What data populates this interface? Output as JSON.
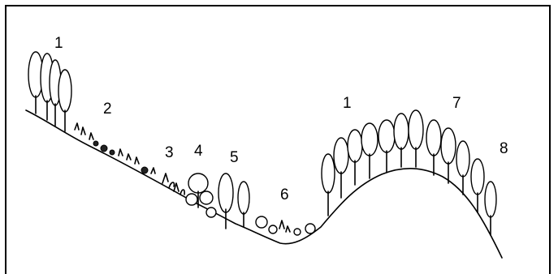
{
  "figure": {
    "labels": [
      {
        "id": "zone-1-left",
        "text": "1"
      },
      {
        "id": "zone-2",
        "text": "2"
      },
      {
        "id": "zone-3",
        "text": "3"
      },
      {
        "id": "zone-4",
        "text": "4"
      },
      {
        "id": "zone-5",
        "text": "5"
      },
      {
        "id": "zone-6",
        "text": "6"
      },
      {
        "id": "zone-1-right",
        "text": "1"
      },
      {
        "id": "zone-7",
        "text": "7"
      },
      {
        "id": "zone-8",
        "text": "8"
      }
    ]
  }
}
